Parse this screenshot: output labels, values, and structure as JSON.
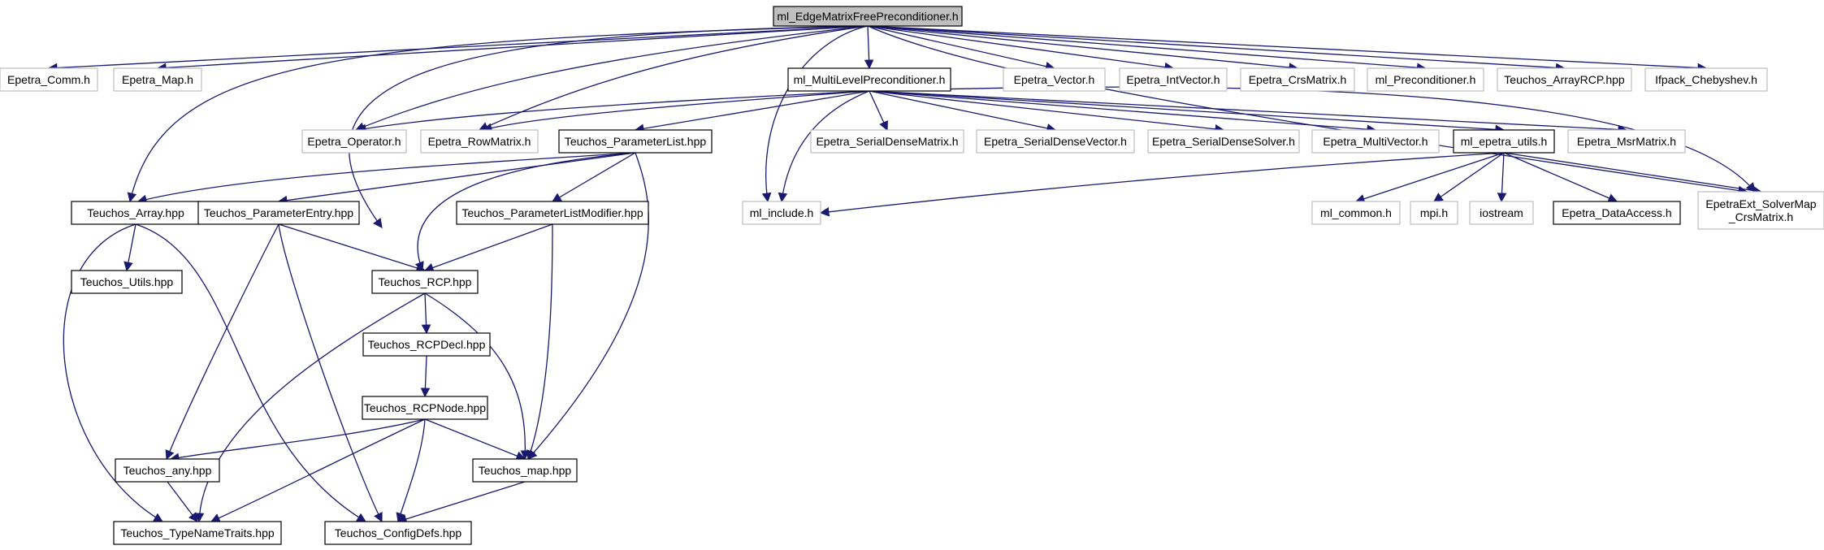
{
  "nodes": {
    "root": {
      "label": "ml_EdgeMatrixFreePreconditioner.h",
      "style": "root"
    },
    "epetra_comm": {
      "label": "Epetra_Comm.h",
      "style": "gray"
    },
    "epetra_map": {
      "label": "Epetra_Map.h",
      "style": "gray"
    },
    "epetra_vector": {
      "label": "Epetra_Vector.h",
      "style": "gray"
    },
    "epetra_intvector": {
      "label": "Epetra_IntVector.h",
      "style": "gray"
    },
    "epetra_crsmatrix": {
      "label": "Epetra_CrsMatrix.h",
      "style": "gray"
    },
    "ml_preconditioner": {
      "label": "ml_Preconditioner.h",
      "style": "gray"
    },
    "teuchos_arrayrcp": {
      "label": "Teuchos_ArrayRCP.hpp",
      "style": "gray"
    },
    "ifpack_chebyshev": {
      "label": "Ifpack_Chebyshev.h",
      "style": "gray"
    },
    "ml_multilevel": {
      "label": "ml_MultiLevelPreconditioner.h",
      "style": "black"
    },
    "epetra_operator": {
      "label": "Epetra_Operator.h",
      "style": "gray"
    },
    "epetra_rowmatrix": {
      "label": "Epetra_RowMatrix.h",
      "style": "gray"
    },
    "teuchos_parameterlist": {
      "label": "Teuchos_ParameterList.hpp",
      "style": "black"
    },
    "epetra_serialdensematrix": {
      "label": "Epetra_SerialDenseMatrix.h",
      "style": "gray"
    },
    "epetra_serialdensevector": {
      "label": "Epetra_SerialDenseVector.h",
      "style": "gray"
    },
    "epetra_serialdensesolver": {
      "label": "Epetra_SerialDenseSolver.h",
      "style": "gray"
    },
    "epetra_multivector": {
      "label": "Epetra_MultiVector.h",
      "style": "gray"
    },
    "ml_epetra_utils": {
      "label": "ml_epetra_utils.h",
      "style": "black"
    },
    "epetra_msrmatrix": {
      "label": "Epetra_MsrMatrix.h",
      "style": "gray"
    },
    "epetraext_solvermap": {
      "label": "EpetraExt_SolverMap\n_CrsMatrix.h",
      "style": "gray"
    },
    "teuchos_array": {
      "label": "Teuchos_Array.hpp",
      "style": "black"
    },
    "teuchos_parameterentry": {
      "label": "Teuchos_ParameterEntry.hpp",
      "style": "black"
    },
    "teuchos_parameterlistmodifier": {
      "label": "Teuchos_ParameterListModifier.hpp",
      "style": "black"
    },
    "ml_include": {
      "label": "ml_include.h",
      "style": "gray"
    },
    "ml_common": {
      "label": "ml_common.h",
      "style": "gray"
    },
    "mpi": {
      "label": "mpi.h",
      "style": "gray"
    },
    "iostream": {
      "label": "iostream",
      "style": "gray"
    },
    "epetra_dataaccess": {
      "label": "Epetra_DataAccess.h",
      "style": "black"
    },
    "teuchos_utils": {
      "label": "Teuchos_Utils.hpp",
      "style": "black"
    },
    "teuchos_rcp": {
      "label": "Teuchos_RCP.hpp",
      "style": "black"
    },
    "teuchos_rcpdecl": {
      "label": "Teuchos_RCPDecl.hpp",
      "style": "black"
    },
    "teuchos_rcpnode": {
      "label": "Teuchos_RCPNode.hpp",
      "style": "black"
    },
    "teuchos_any": {
      "label": "Teuchos_any.hpp",
      "style": "black"
    },
    "teuchos_map": {
      "label": "Teuchos_map.hpp",
      "style": "black"
    },
    "teuchos_typenametraits": {
      "label": "Teuchos_TypeNameTraits.hpp",
      "style": "black"
    },
    "teuchos_configdefs": {
      "label": "Teuchos_ConfigDefs.hpp",
      "style": "black"
    }
  },
  "edges": [
    [
      "root",
      "epetra_comm"
    ],
    [
      "root",
      "epetra_map"
    ],
    [
      "root",
      "teuchos_array"
    ],
    [
      "root",
      "epetra_operator"
    ],
    [
      "root",
      "teuchos_rcp"
    ],
    [
      "root",
      "epetra_rowmatrix"
    ],
    [
      "root",
      "ml_include"
    ],
    [
      "root",
      "ml_multilevel"
    ],
    [
      "root",
      "epetra_vector"
    ],
    [
      "root",
      "epetra_intvector"
    ],
    [
      "root",
      "epetra_crsmatrix"
    ],
    [
      "root",
      "ml_preconditioner"
    ],
    [
      "root",
      "teuchos_arrayrcp"
    ],
    [
      "root",
      "ifpack_chebyshev"
    ],
    [
      "root",
      "epetraext_solvermap"
    ],
    [
      "ml_multilevel",
      "epetra_operator"
    ],
    [
      "ml_multilevel",
      "epetra_rowmatrix"
    ],
    [
      "ml_multilevel",
      "teuchos_parameterlist"
    ],
    [
      "ml_multilevel",
      "ml_include"
    ],
    [
      "ml_multilevel",
      "epetra_serialdensematrix"
    ],
    [
      "ml_multilevel",
      "epetra_serialdensevector"
    ],
    [
      "ml_multilevel",
      "epetra_serialdensesolver"
    ],
    [
      "ml_multilevel",
      "epetra_multivector"
    ],
    [
      "ml_multilevel",
      "ml_epetra_utils"
    ],
    [
      "ml_multilevel",
      "epetra_msrmatrix"
    ],
    [
      "ml_multilevel",
      "epetraext_solvermap"
    ],
    [
      "teuchos_parameterlist",
      "teuchos_array"
    ],
    [
      "teuchos_parameterlist",
      "teuchos_parameterentry"
    ],
    [
      "teuchos_parameterlist",
      "teuchos_rcp"
    ],
    [
      "teuchos_parameterlist",
      "teuchos_parameterlistmodifier"
    ],
    [
      "teuchos_parameterlist",
      "teuchos_map"
    ],
    [
      "ml_epetra_utils",
      "ml_include"
    ],
    [
      "ml_epetra_utils",
      "ml_common"
    ],
    [
      "ml_epetra_utils",
      "mpi"
    ],
    [
      "ml_epetra_utils",
      "iostream"
    ],
    [
      "ml_epetra_utils",
      "epetra_dataaccess"
    ],
    [
      "ml_epetra_utils",
      "epetraext_solvermap"
    ],
    [
      "teuchos_array",
      "teuchos_utils"
    ],
    [
      "teuchos_array",
      "teuchos_typenametraits"
    ],
    [
      "teuchos_array",
      "teuchos_configdefs"
    ],
    [
      "teuchos_parameterentry",
      "teuchos_rcp"
    ],
    [
      "teuchos_parameterentry",
      "teuchos_any"
    ],
    [
      "teuchos_parameterentry",
      "teuchos_configdefs"
    ],
    [
      "teuchos_parameterlistmodifier",
      "teuchos_rcp"
    ],
    [
      "teuchos_parameterlistmodifier",
      "teuchos_map"
    ],
    [
      "teuchos_rcp",
      "teuchos_rcpdecl"
    ],
    [
      "teuchos_rcp",
      "teuchos_typenametraits"
    ],
    [
      "teuchos_rcp",
      "teuchos_map"
    ],
    [
      "teuchos_rcpdecl",
      "teuchos_rcpnode"
    ],
    [
      "teuchos_rcpnode",
      "teuchos_any"
    ],
    [
      "teuchos_rcpnode",
      "teuchos_typenametraits"
    ],
    [
      "teuchos_rcpnode",
      "teuchos_configdefs"
    ],
    [
      "teuchos_rcpnode",
      "teuchos_map"
    ],
    [
      "teuchos_any",
      "teuchos_typenametraits"
    ],
    [
      "teuchos_map",
      "teuchos_configdefs"
    ]
  ],
  "colors": {
    "edge": "#191970",
    "root_fill": "#bfbfbf",
    "black_border": "#000000",
    "gray_border": "#bfbfbf",
    "text": "#000000",
    "gray_text": "#000000"
  }
}
